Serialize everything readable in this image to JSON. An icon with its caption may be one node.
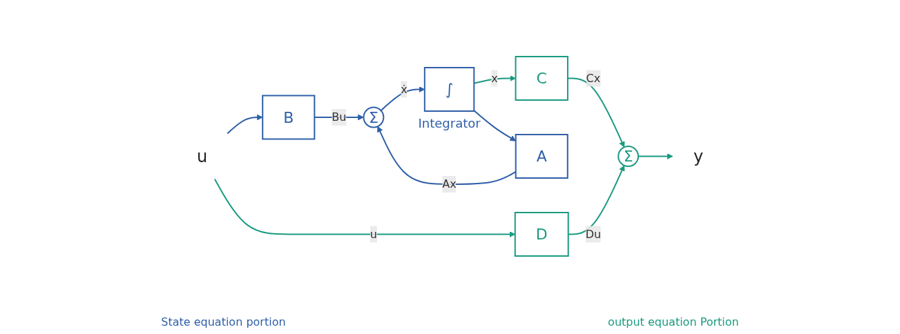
{
  "diagram": {
    "nodes": [
      {
        "text": [
          "u"
        ]
      },
      {
        "text": [
          "B"
        ]
      },
      {
        "text": [
          "Σ"
        ]
      },
      {
        "text": [
          "∫"
        ],
        "beside": [
          "Integrator"
        ]
      },
      {
        "text": [
          "A"
        ]
      },
      {
        "text": [
          "D"
        ]
      },
      {
        "text": [
          "C"
        ]
      },
      {
        "text": [
          "Σ"
        ]
      },
      {
        "text": [
          "y"
        ]
      }
    ],
    "edges": [
      {
        "from": 0,
        "to": 1,
        "arrow": "to"
      },
      {
        "from": 0,
        "to": 5,
        "arrow": "to",
        "label": "u",
        "color": "#1a9a80"
      },
      {
        "from": 1,
        "to": 2,
        "arrow": "to",
        "label": "Bu"
      },
      {
        "from": 2,
        "to": 3,
        "arrow": "to",
        "label": "ẋ"
      },
      {
        "from": 3,
        "to": 6,
        "arrow": "to",
        "label": "x",
        "color": "#1a9a80"
      },
      {
        "from": 3,
        "to": 4,
        "arrow": "to"
      },
      {
        "from": 4,
        "to": 2,
        "arrow": "to",
        "label": "Ax"
      },
      {
        "from": 5,
        "to": 7,
        "arrow": "to",
        "label": "Du",
        "color": "#1a9a80"
      },
      {
        "from": 6,
        "to": 7,
        "arrow": "to",
        "label": "Cx",
        "color": "#1a9a80"
      },
      {
        "from": 7,
        "to": 8,
        "arrow": "to",
        "color": "#1a9a80"
      }
    ],
    "labels": [
      "State equation portion",
      "output equation Portion"
    ]
  }
}
